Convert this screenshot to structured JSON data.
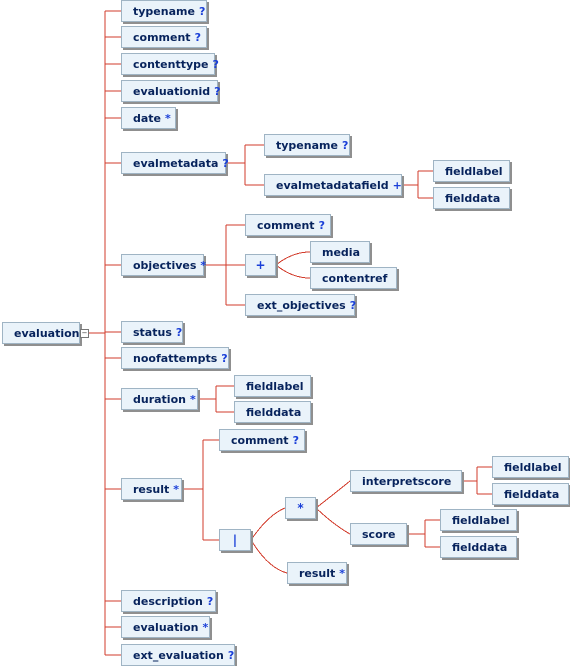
{
  "diagram": {
    "root": "evaluation",
    "nodes": {
      "typename": {
        "label": "typename",
        "card": "?"
      },
      "comment": {
        "label": "comment",
        "card": "?"
      },
      "contenttype": {
        "label": "contenttype",
        "card": "?"
      },
      "evaluationid": {
        "label": "evaluationid",
        "card": "?"
      },
      "date": {
        "label": "date",
        "card": "*"
      },
      "evalmetadata": {
        "label": "evalmetadata",
        "card": "?"
      },
      "em_typename": {
        "label": "typename",
        "card": "?"
      },
      "evalmetadatafield": {
        "label": "evalmetadatafield",
        "card": "+"
      },
      "emf_fieldlabel": {
        "label": "fieldlabel",
        "card": ""
      },
      "emf_fielddata": {
        "label": "fielddata",
        "card": ""
      },
      "objectives": {
        "label": "objectives",
        "card": "*"
      },
      "obj_comment": {
        "label": "comment",
        "card": "?"
      },
      "obj_choice": {
        "label": "+",
        "card": ""
      },
      "media": {
        "label": "media",
        "card": ""
      },
      "contentref": {
        "label": "contentref",
        "card": ""
      },
      "ext_objectives": {
        "label": "ext_objectives",
        "card": "?"
      },
      "status": {
        "label": "status",
        "card": "?"
      },
      "noofattempts": {
        "label": "noofattempts",
        "card": "?"
      },
      "duration": {
        "label": "duration",
        "card": "*"
      },
      "dur_fieldlabel": {
        "label": "fieldlabel",
        "card": ""
      },
      "dur_fielddata": {
        "label": "fielddata",
        "card": ""
      },
      "result": {
        "label": "result",
        "card": "*"
      },
      "res_comment": {
        "label": "comment",
        "card": "?"
      },
      "res_choice": {
        "label": "|",
        "card": ""
      },
      "res_seq": {
        "label": "*",
        "card": ""
      },
      "interpretscore": {
        "label": "interpretscore",
        "card": ""
      },
      "is_fieldlabel": {
        "label": "fieldlabel",
        "card": ""
      },
      "is_fielddata": {
        "label": "fielddata",
        "card": ""
      },
      "score": {
        "label": "score",
        "card": ""
      },
      "sc_fieldlabel": {
        "label": "fieldlabel",
        "card": ""
      },
      "sc_fielddata": {
        "label": "fielddata",
        "card": ""
      },
      "res_result": {
        "label": "result",
        "card": "*"
      },
      "description": {
        "label": "description",
        "card": "?"
      },
      "evaluation_child": {
        "label": "evaluation",
        "card": "*"
      },
      "ext_evaluation": {
        "label": "ext_evaluation",
        "card": "?"
      }
    },
    "colors": {
      "connector": "#d23b2b",
      "node_fill": "#eaf3fa",
      "node_text": "#07235c",
      "cardinality": "#1a3fd8"
    }
  }
}
